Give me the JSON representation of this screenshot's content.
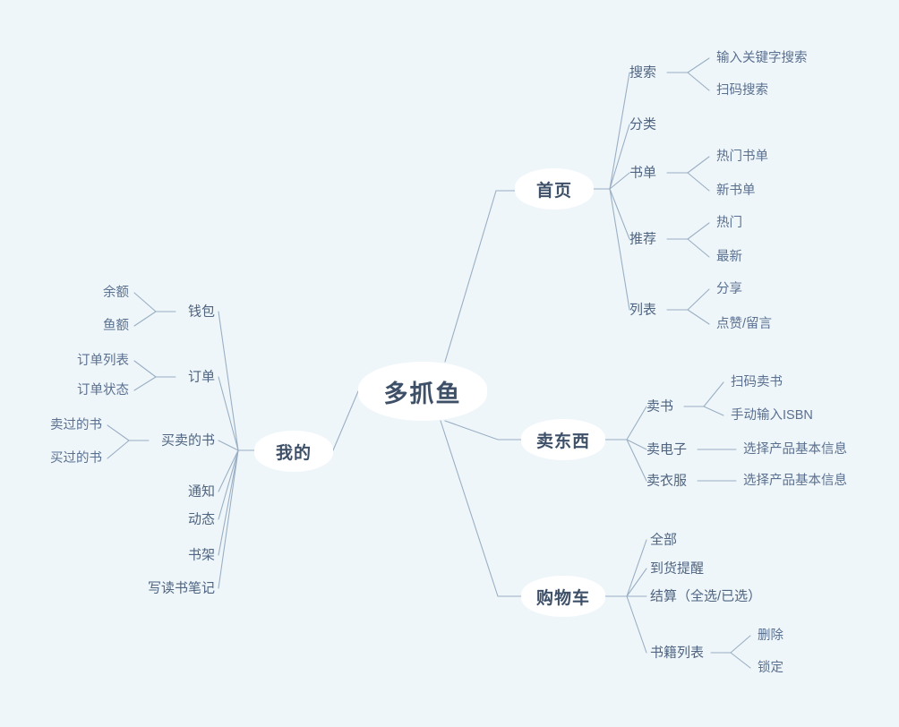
{
  "mindmap": {
    "root": {
      "label": "多抓鱼"
    },
    "branches": [
      {
        "label": "首页",
        "children": [
          {
            "label": "搜索",
            "children": [
              {
                "label": "输入关键字搜索"
              },
              {
                "label": "扫码搜索"
              }
            ]
          },
          {
            "label": "分类",
            "children": []
          },
          {
            "label": "书单",
            "children": [
              {
                "label": "热门书单"
              },
              {
                "label": "新书单"
              }
            ]
          },
          {
            "label": "推荐",
            "children": [
              {
                "label": "热门"
              },
              {
                "label": "最新"
              }
            ]
          },
          {
            "label": "列表",
            "children": [
              {
                "label": "分享"
              },
              {
                "label": "点赞/留言"
              }
            ]
          }
        ]
      },
      {
        "label": "卖东西",
        "children": [
          {
            "label": "卖书",
            "children": [
              {
                "label": "扫码卖书"
              },
              {
                "label": "手动输入ISBN"
              }
            ]
          },
          {
            "label": "卖电子",
            "children": [
              {
                "label": "选择产品基本信息"
              }
            ]
          },
          {
            "label": "卖衣服",
            "children": [
              {
                "label": "选择产品基本信息"
              }
            ]
          }
        ]
      },
      {
        "label": "购物车",
        "children": [
          {
            "label": "全部",
            "children": []
          },
          {
            "label": "到货提醒",
            "children": []
          },
          {
            "label": "结算（全选/已选）",
            "children": []
          },
          {
            "label": "书籍列表",
            "children": [
              {
                "label": "删除"
              },
              {
                "label": "锁定"
              }
            ]
          }
        ]
      },
      {
        "label": "我的",
        "children": [
          {
            "label": "钱包",
            "children": [
              {
                "label": "余额"
              },
              {
                "label": "鱼额"
              }
            ]
          },
          {
            "label": "订单",
            "children": [
              {
                "label": "订单列表"
              },
              {
                "label": "订单状态"
              }
            ]
          },
          {
            "label": "买卖的书",
            "children": [
              {
                "label": "卖过的书"
              },
              {
                "label": "买过的书"
              }
            ]
          },
          {
            "label": "通知",
            "children": []
          },
          {
            "label": "动态",
            "children": []
          },
          {
            "label": "书架",
            "children": []
          },
          {
            "label": "写读书笔记",
            "children": []
          }
        ]
      }
    ]
  },
  "colors": {
    "background": "#eff6fa",
    "node_fill": "#ffffff",
    "node_text": "#3e5068",
    "leaf_text": "#546b86",
    "connector": "#9aafc4"
  }
}
